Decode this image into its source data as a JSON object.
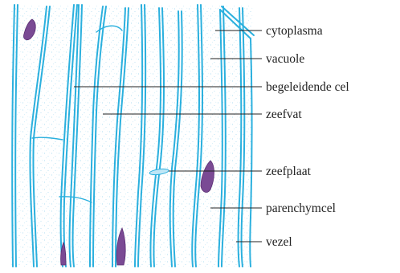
{
  "labels": {
    "cytoplasma": "cytoplasma",
    "vacuole": "vacuole",
    "begeleidende_cel": "begeleidende cel",
    "zeefvat": "zeefvat",
    "zeefplaat": "zeefplaat",
    "parenchymcel": "parenchymcel",
    "vezel": "vezel"
  },
  "colors": {
    "cell_wall": "#2bb0de",
    "cytoplasm_stipple": "#8fd0ec",
    "nucleus": "#7a4a94",
    "leader_line": "#222222",
    "label_text": "#222222"
  }
}
